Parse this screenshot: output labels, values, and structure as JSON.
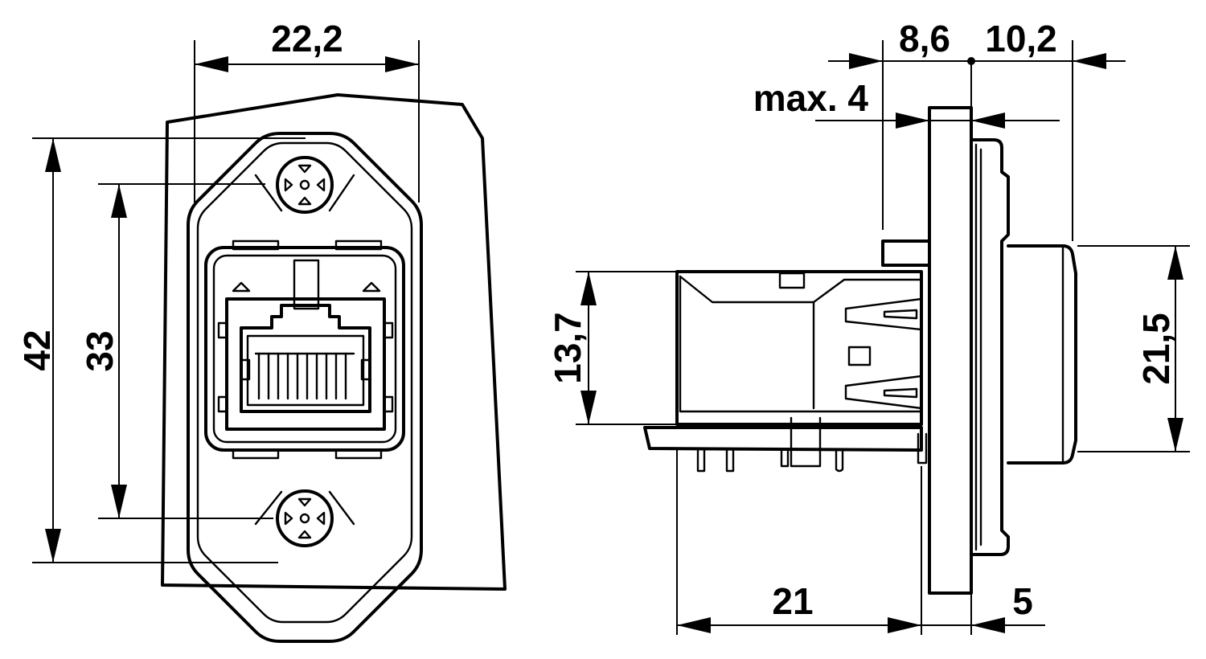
{
  "front_view": {
    "width_label": "22,2",
    "height_outer_label": "42",
    "height_hole_label": "33"
  },
  "side_view": {
    "flange_front_label": "8,6",
    "flange_rear_label": "10,2",
    "panel_max_label": "max. 4",
    "body_height_label": "13,7",
    "rear_height_label": "21,5",
    "depth_label": "21",
    "rear_depth_label": "5"
  },
  "colors": {
    "line": "#000000",
    "background": "#ffffff"
  }
}
